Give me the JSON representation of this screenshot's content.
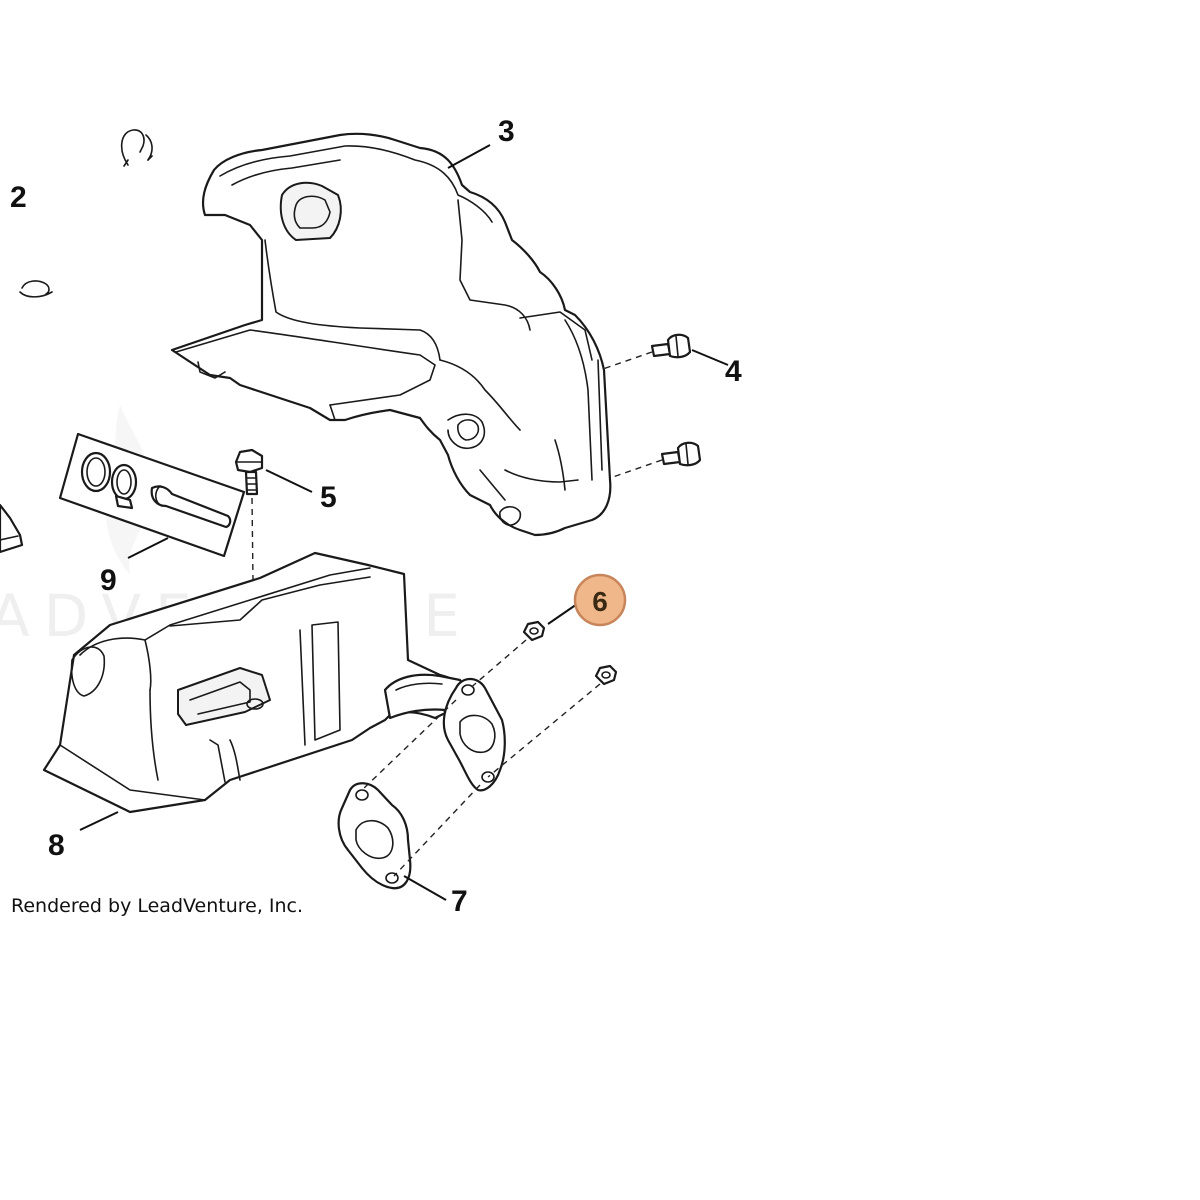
{
  "diagram": {
    "credit": "Rendered by LeadVenture, Inc.",
    "watermark": "ADVENTURE",
    "highlight_color": "#f0b88a",
    "highlight_stroke": "#c8845a",
    "callouts": [
      {
        "id": "2",
        "label": "2"
      },
      {
        "id": "3",
        "label": "3"
      },
      {
        "id": "4",
        "label": "4"
      },
      {
        "id": "5",
        "label": "5"
      },
      {
        "id": "6",
        "label": "6",
        "highlighted": true
      },
      {
        "id": "7",
        "label": "7"
      },
      {
        "id": "8",
        "label": "8"
      },
      {
        "id": "9",
        "label": "9"
      }
    ]
  }
}
